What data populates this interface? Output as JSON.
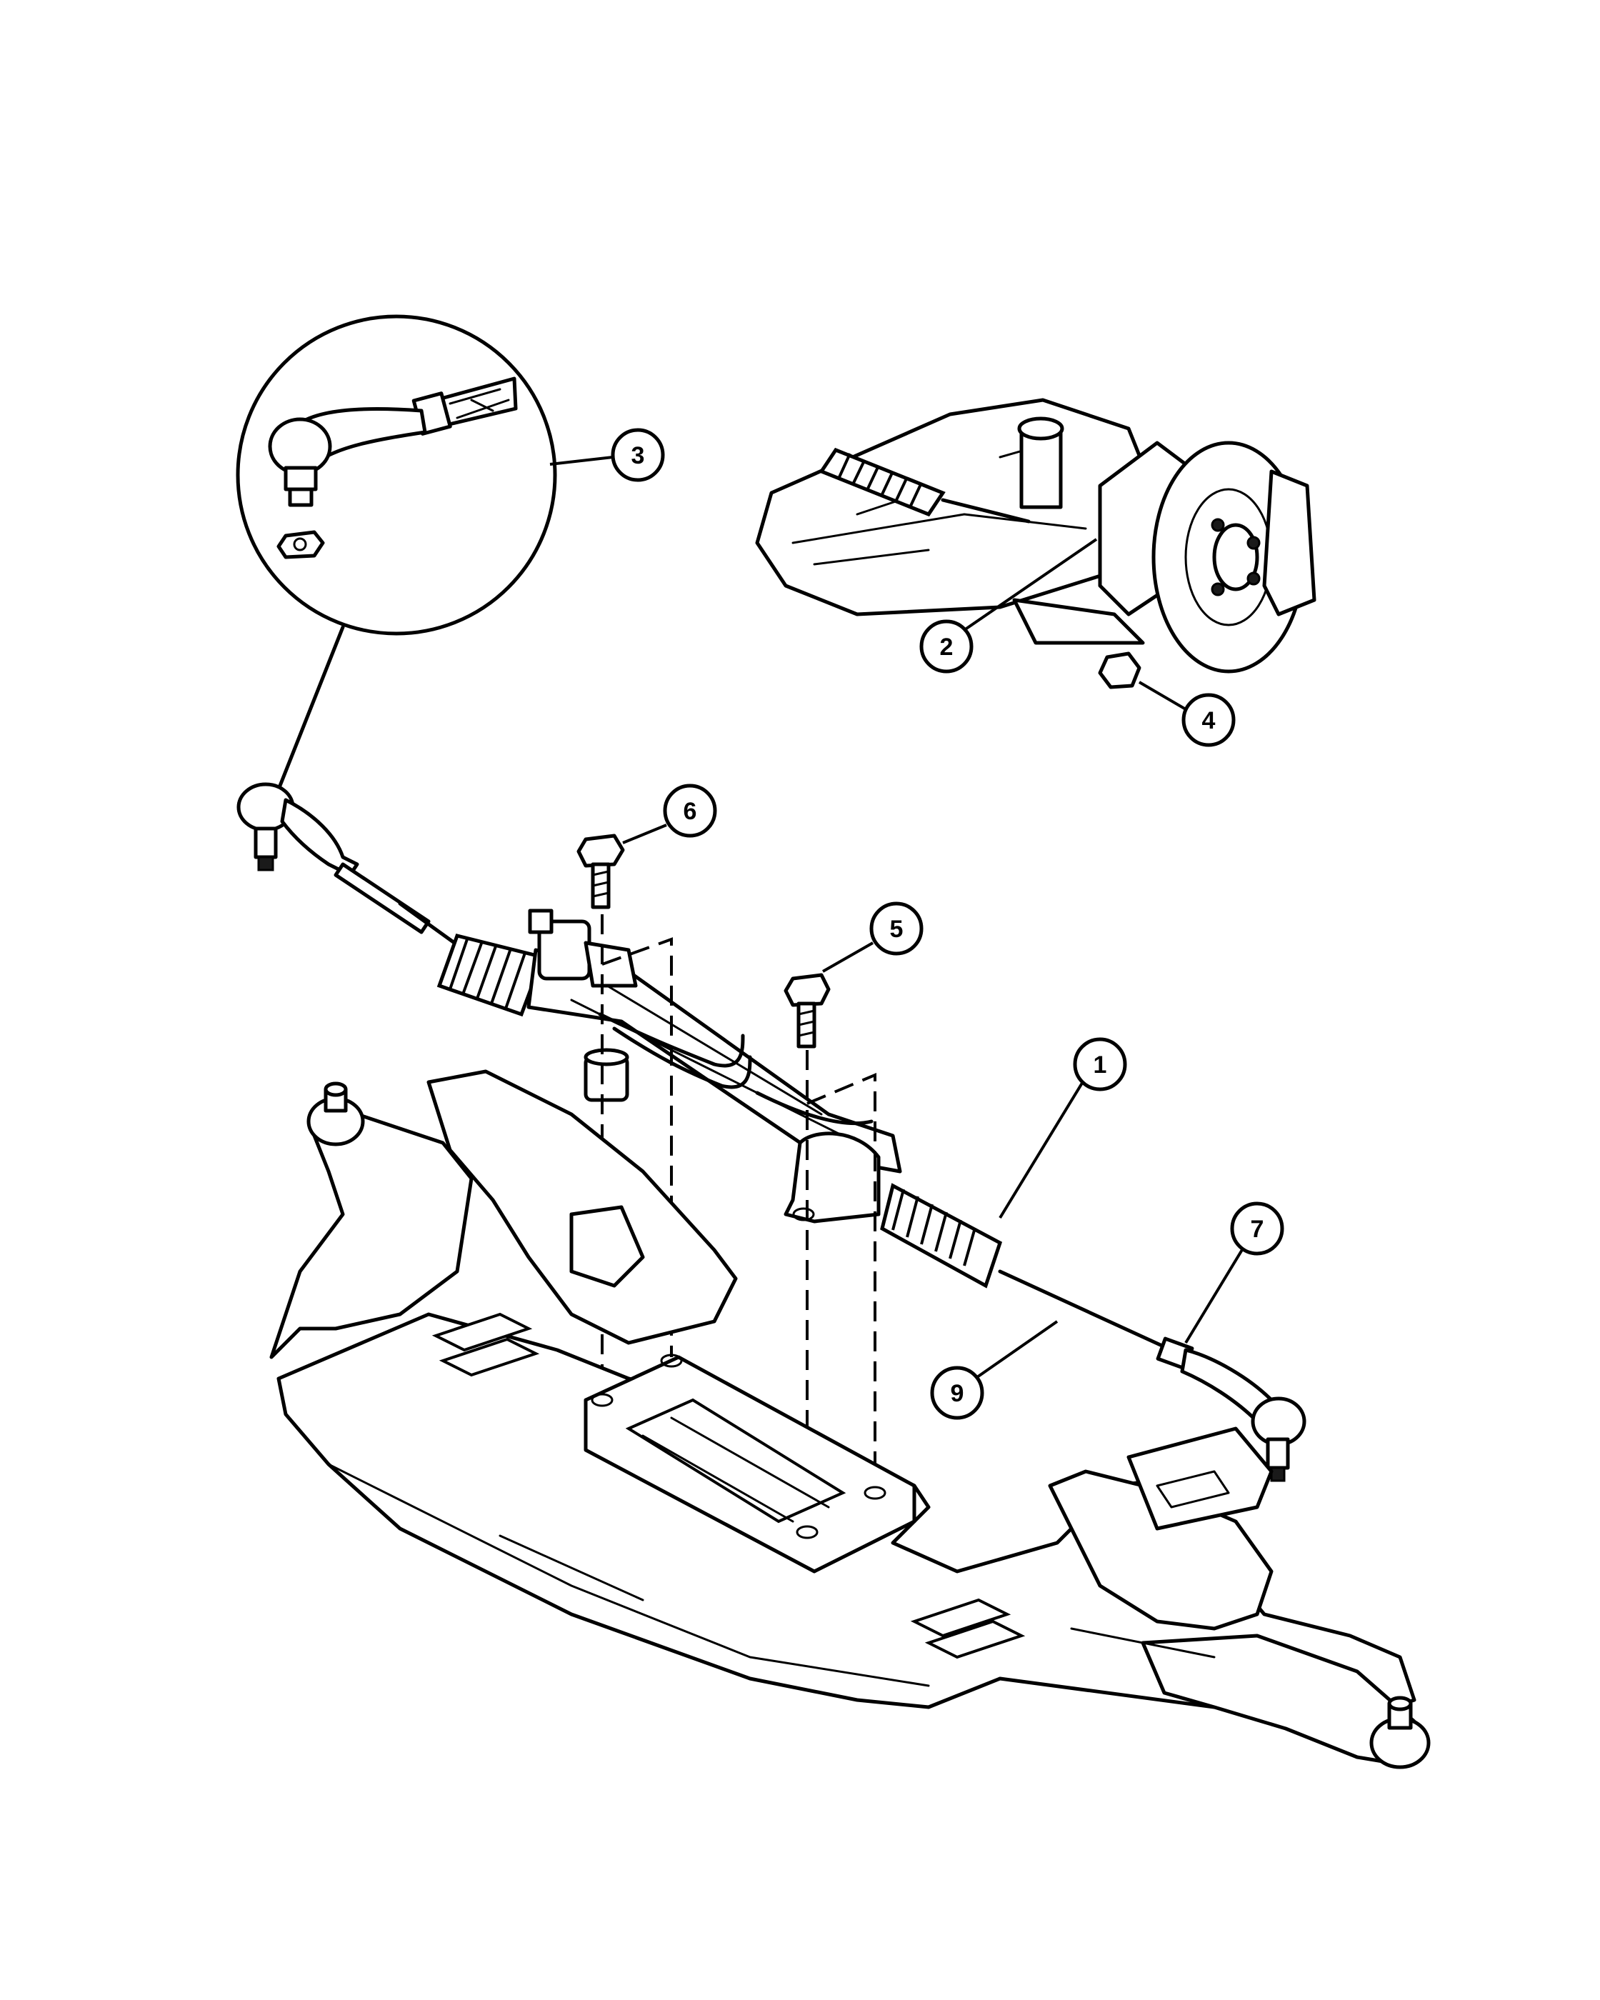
{
  "callouts": [
    {
      "id": "1",
      "label": "1"
    },
    {
      "id": "2",
      "label": "2"
    },
    {
      "id": "3",
      "label": "3"
    },
    {
      "id": "4",
      "label": "4"
    },
    {
      "id": "5",
      "label": "5"
    },
    {
      "id": "6",
      "label": "6"
    },
    {
      "id": "7",
      "label": "7"
    },
    {
      "id": "9",
      "label": "9"
    }
  ]
}
